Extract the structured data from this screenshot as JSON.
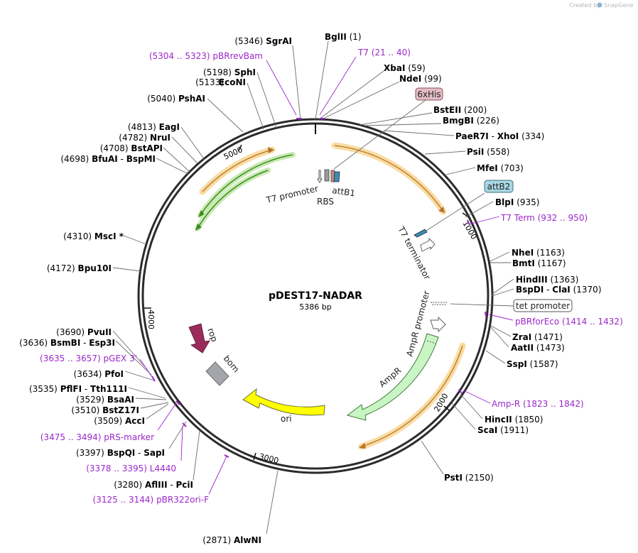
{
  "credit": {
    "prefix": "Created by",
    "brand": "SnapGene"
  },
  "plasmid": {
    "name": "pDEST17-NADAR",
    "size_label": "5386 bp",
    "length": 5386
  },
  "ticks": [
    "1000",
    "2000",
    "3000",
    "4000",
    "5000"
  ],
  "feature_labels": {
    "t7_promoter": "T7 promoter",
    "rbs": "RBS",
    "attb1": "attB1",
    "t7_terminator": "T7 terminator",
    "ampr_promoter": "AmpR promoter",
    "ampr": "AmpR",
    "ori": "ori",
    "rop": "rop",
    "bom": "bom"
  },
  "boxes": {
    "his": "6xHis",
    "attb2": "attB2",
    "tet": "tet promoter"
  },
  "sites": [
    {
      "name": "SgrAI",
      "pos": "(5346)"
    },
    {
      "name": "BglII",
      "pos": "(1)"
    },
    {
      "name": "XbaI",
      "pos": "(59)"
    },
    {
      "name": "NdeI",
      "pos": "(99)"
    },
    {
      "name": "BstEII",
      "pos": "(200)"
    },
    {
      "name": "BmgBI",
      "pos": "(226)"
    },
    {
      "name": "PaeR7I",
      "name2": "XhoI",
      "pos": "(334)"
    },
    {
      "name": "PsiI",
      "pos": "(558)"
    },
    {
      "name": "MfeI",
      "pos": "(703)"
    },
    {
      "name": "BlpI",
      "pos": "(935)"
    },
    {
      "name": "NheI",
      "pos": "(1163)"
    },
    {
      "name": "BmtI",
      "pos": "(1167)"
    },
    {
      "name": "HindIII",
      "pos": "(1363)"
    },
    {
      "name": "BspDI",
      "name2": "ClaI",
      "pos": "(1370)"
    },
    {
      "name": "ZraI",
      "pos": "(1471)"
    },
    {
      "name": "AatII",
      "pos": "(1473)"
    },
    {
      "name": "SspI",
      "pos": "(1587)"
    },
    {
      "name": "HincII",
      "pos": "(1850)"
    },
    {
      "name": "ScaI",
      "pos": "(1911)"
    },
    {
      "name": "PstI",
      "pos": "(2150)"
    },
    {
      "name": "AlwNI",
      "pos": "(2871)"
    },
    {
      "name": "AflIII",
      "name2": "PciI",
      "pos": "(3280)"
    },
    {
      "name": "BspQI",
      "name2": "SapI",
      "pos": "(3397)"
    },
    {
      "name": "AccI",
      "pos": "(3509)"
    },
    {
      "name": "BstZ17I",
      "pos": "(3510)"
    },
    {
      "name": "BsaAI",
      "pos": "(3529)"
    },
    {
      "name": "PflFI",
      "name2": "Tth111I",
      "pos": "(3535)"
    },
    {
      "name": "PfoI",
      "pos": "(3634)"
    },
    {
      "name": "BsmBI",
      "name2": "Esp3I",
      "pos": "(3636)"
    },
    {
      "name": "PvuII",
      "pos": "(3690)"
    },
    {
      "name": "Bpu10I",
      "pos": "(4172)"
    },
    {
      "name": "MscI *",
      "pos": "(4310)"
    },
    {
      "name": "BfuAI",
      "name2": "BspMI",
      "pos": "(4698)"
    },
    {
      "name": "BstAPI",
      "pos": "(4708)"
    },
    {
      "name": "NruI",
      "pos": "(4782)"
    },
    {
      "name": "EagI",
      "pos": "(4813)"
    },
    {
      "name": "PshAI",
      "pos": "(5040)"
    },
    {
      "name": "EcoNI",
      "pos": "(5133)"
    },
    {
      "name": "SphI",
      "pos": "(5198)"
    }
  ],
  "primers": [
    {
      "name": "pBRrevBam",
      "pos": "(5304 .. 5323)"
    },
    {
      "name": "T7",
      "pos": "(21 .. 40)"
    },
    {
      "name": "T7 Term",
      "pos": "(932 .. 950)"
    },
    {
      "name": "pBRforEco",
      "pos": "(1414 .. 1432)"
    },
    {
      "name": "Amp-R",
      "pos": "(1823 .. 1842)"
    },
    {
      "name": "pGEX 3'",
      "pos": "(3635 .. 3657)"
    },
    {
      "name": "pRS-marker",
      "pos": "(3475 .. 3494)"
    },
    {
      "name": "L4440",
      "pos": "(3378 .. 3395)"
    },
    {
      "name": "pBR322ori-F",
      "pos": "(3125 .. 3144)"
    }
  ],
  "colors": {
    "backbone": "#2b2b2b",
    "primer": "#9c27c9",
    "orange_feature": "#f2a33a",
    "green_feature": "#3b8b1c",
    "ampr": "#c9f5c4",
    "ori": "#ffff00",
    "rop": "#9b2c5a",
    "bom": "#a4a6ab",
    "his_box": "#e3bcc6",
    "attb2_box": "#a9d7e4",
    "terminator": "#3b8fb0"
  }
}
